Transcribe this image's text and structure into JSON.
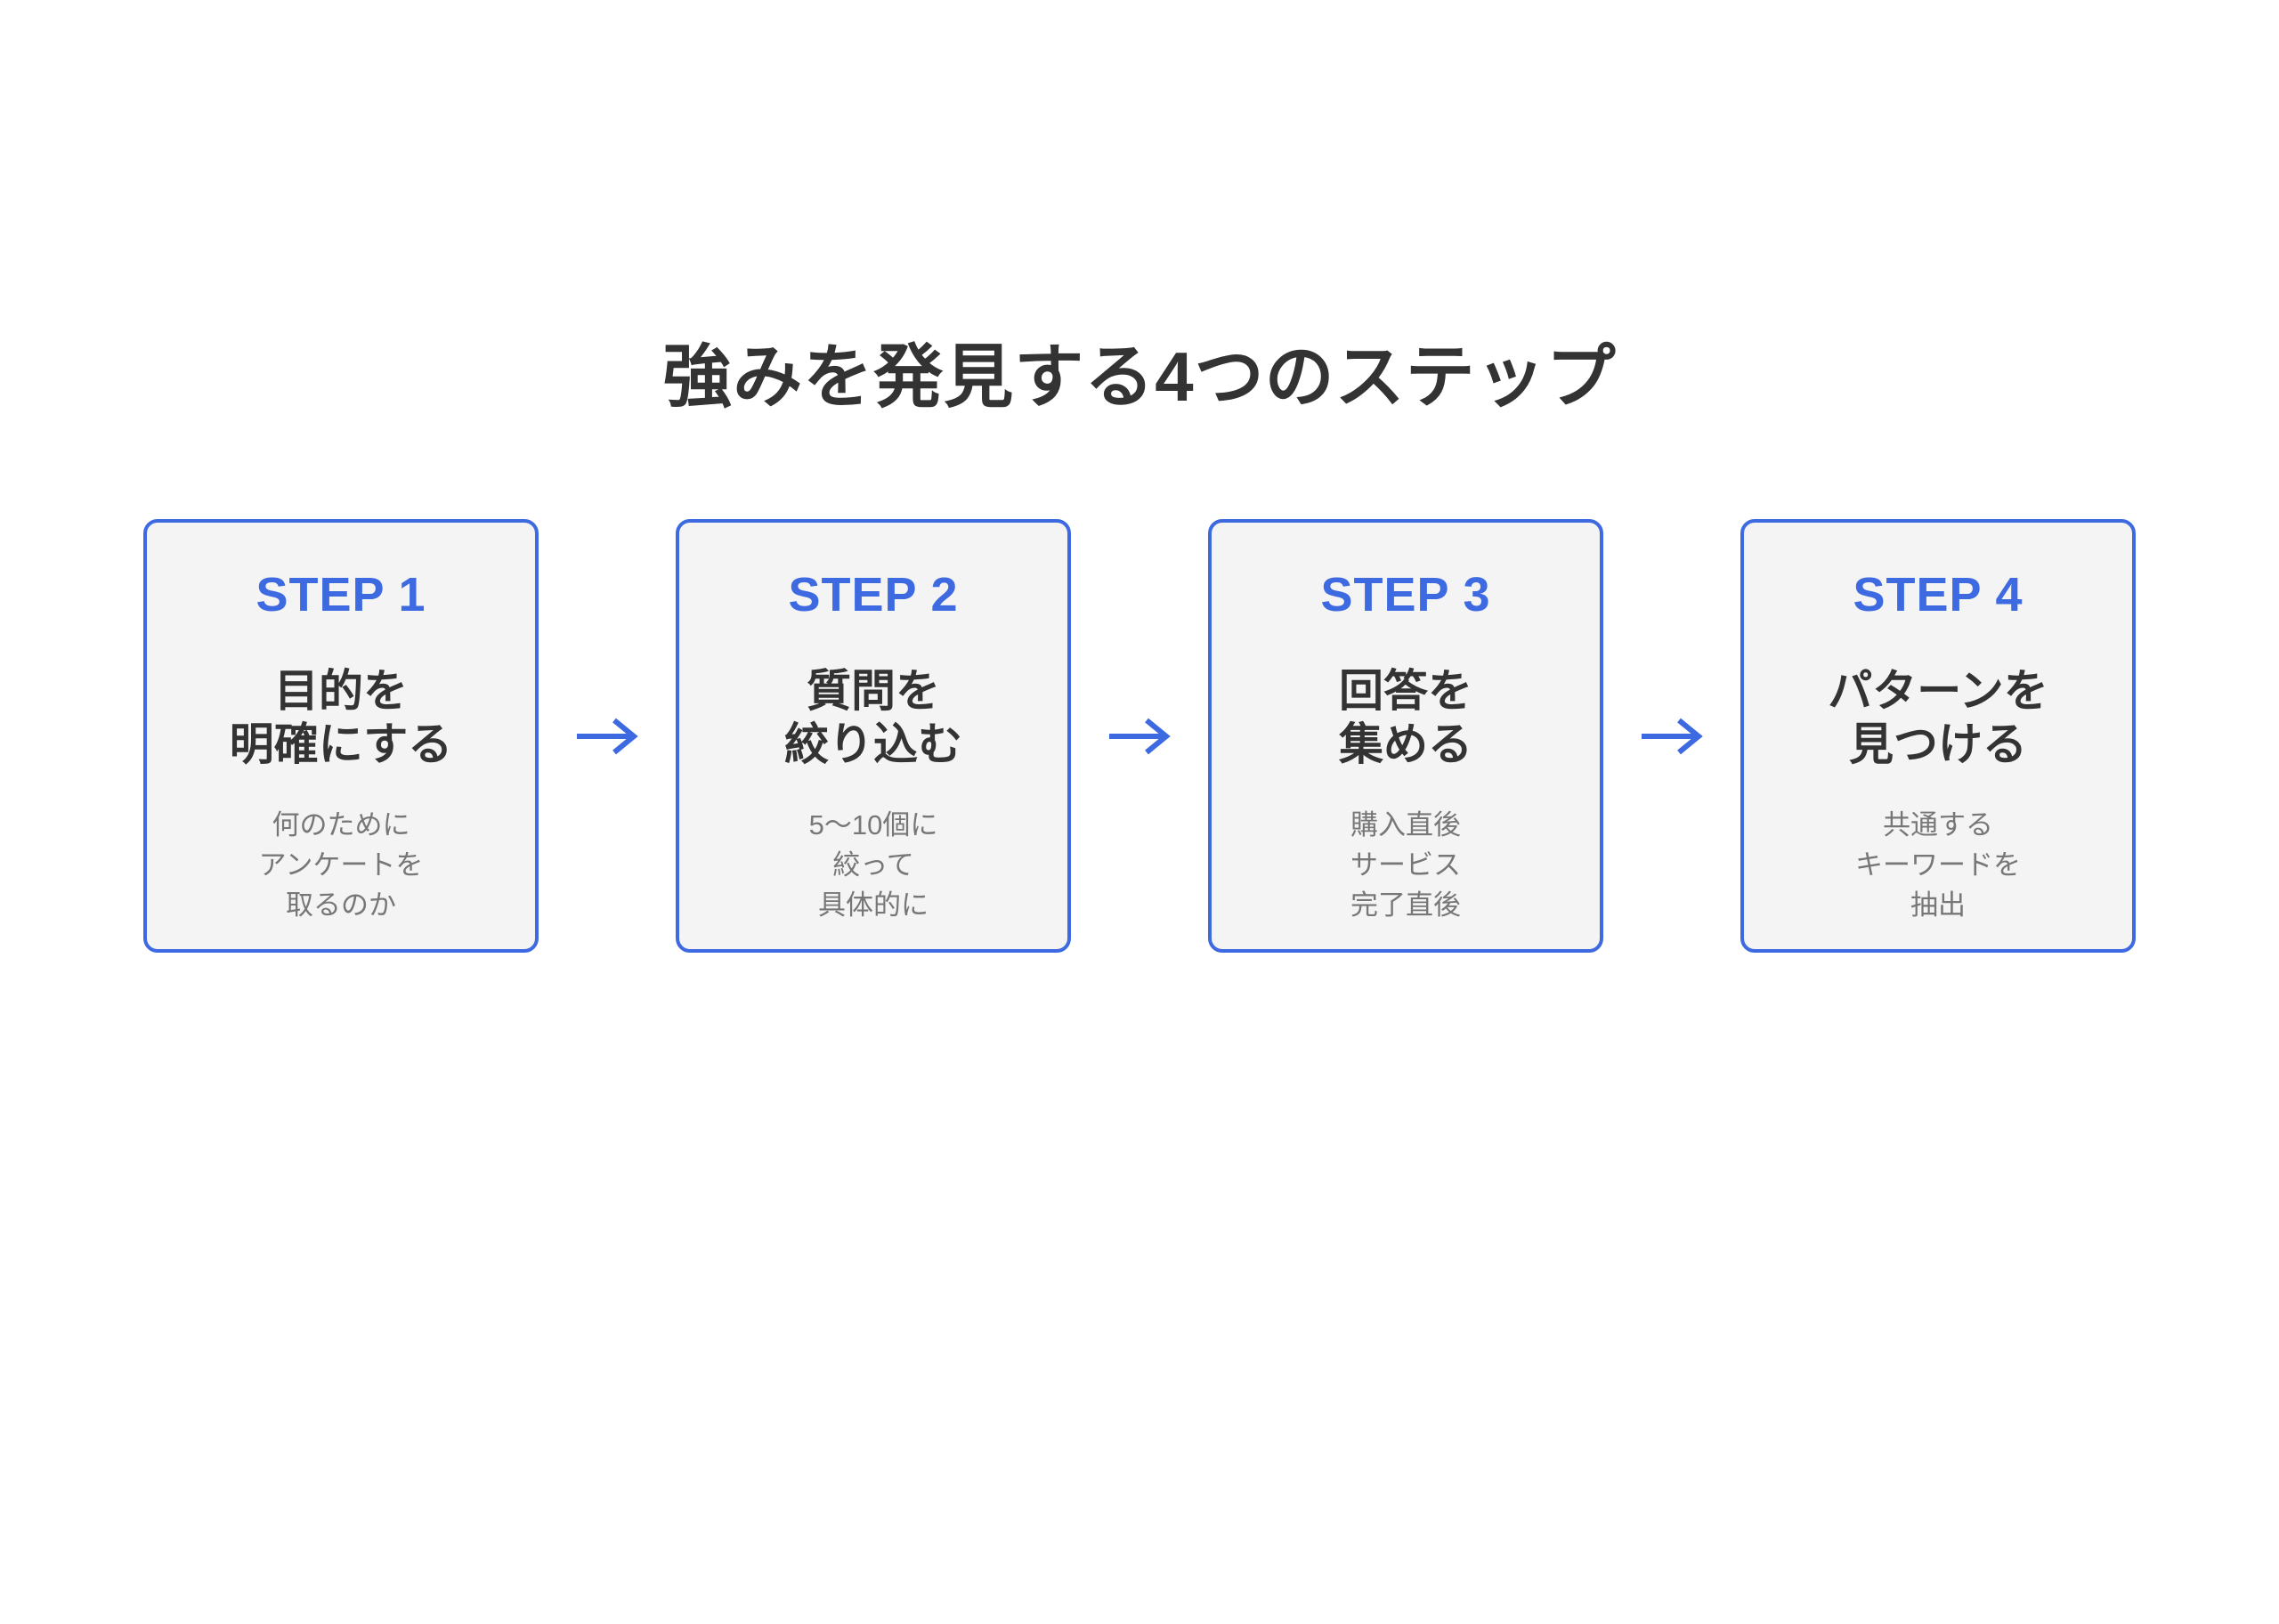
{
  "page": {
    "title": "強みを発見する4つのステップ",
    "background": "#ffffff"
  },
  "colors": {
    "accent_blue": "#3e6ae1",
    "card_background": "#f4f4f5",
    "card_border": "#3e6ae1",
    "title_text": "#333333",
    "heading_text": "#333333",
    "description_text": "#777777"
  },
  "arrow": {
    "icon": "right-arrow-icon",
    "color": "#3e6ae1"
  },
  "steps": [
    {
      "label": "STEP 1",
      "heading_lines": [
        "目的を",
        "明確にする"
      ],
      "description_lines": [
        "何のために",
        "アンケートを",
        "取るのか"
      ]
    },
    {
      "label": "STEP 2",
      "heading_lines": [
        "質問を",
        "絞り込む"
      ],
      "description_lines": [
        "5〜10個に",
        "絞って",
        "具体的に"
      ]
    },
    {
      "label": "STEP 3",
      "heading_lines": [
        "回答を",
        "集める"
      ],
      "description_lines": [
        "購入直後",
        "サービス",
        "完了直後"
      ]
    },
    {
      "label": "STEP 4",
      "heading_lines": [
        "パターンを",
        "見つける"
      ],
      "description_lines": [
        "共通する",
        "キーワードを",
        "抽出"
      ]
    }
  ]
}
